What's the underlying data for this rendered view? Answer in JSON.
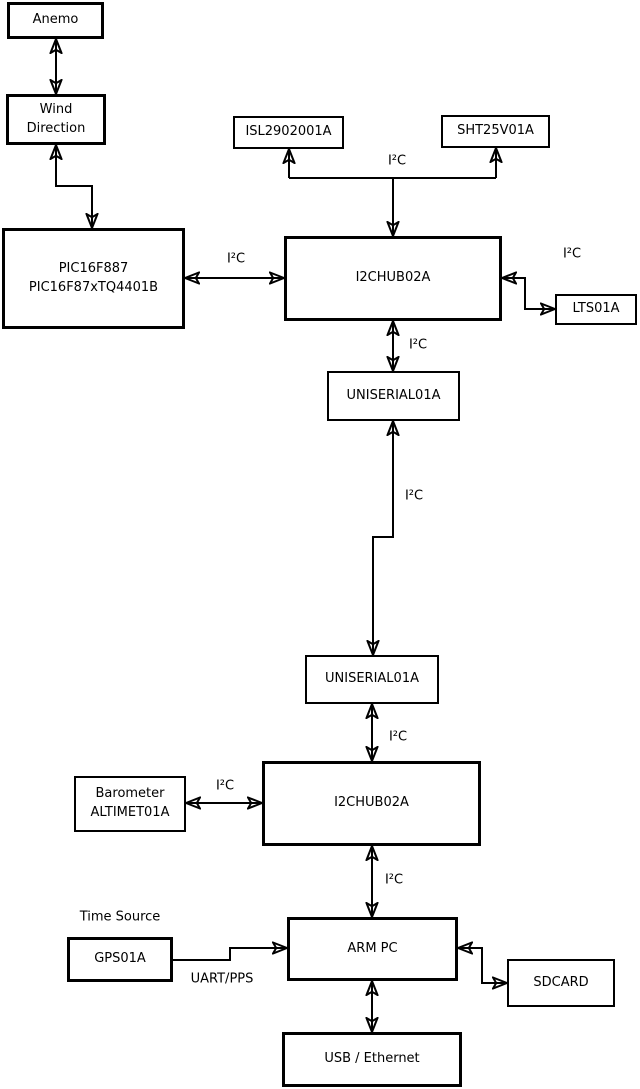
{
  "diagram": {
    "title": "sensor-network-block-diagram",
    "nodes": {
      "anemo": {
        "label": "Anemo"
      },
      "wind_direction": {
        "label": "Wind\nDirection"
      },
      "pic": {
        "label": "PIC16F887\nPIC16F87xTQ4401B"
      },
      "isl": {
        "label": "ISL2902001A"
      },
      "sht": {
        "label": "SHT25V01A"
      },
      "hub1": {
        "label": "I2CHUB02A"
      },
      "lts": {
        "label": "LTS01A"
      },
      "uniserial1": {
        "label": "UNISERIAL01A"
      },
      "uniserial2": {
        "label": "UNISERIAL01A"
      },
      "hub2": {
        "label": "I2CHUB02A"
      },
      "barometer": {
        "label": "Barometer\nALTIMET01A"
      },
      "arm_pc": {
        "label": "ARM PC"
      },
      "gps": {
        "label": "GPS01A"
      },
      "sdcard": {
        "label": "SDCARD"
      },
      "usb_ethernet": {
        "label": "USB / Ethernet"
      }
    },
    "edge_labels": {
      "i2c_sensor_bus": "I²C",
      "i2c_pic_hub1": "I²C",
      "i2c_hub1_lts": "I²C",
      "i2c_hub1_uniserial1": "I²C",
      "i2c_uniserial_link": "I²C",
      "i2c_uniserial2_hub2": "I²C",
      "i2c_barometer_hub2": "I²C",
      "i2c_hub2_armpc": "I²C",
      "uart_pps": "UART/PPS",
      "time_source": "Time Source"
    },
    "colors": {
      "background": "#ffffff",
      "line": "#000000",
      "box_border": "#000000",
      "text": "#000000"
    }
  }
}
